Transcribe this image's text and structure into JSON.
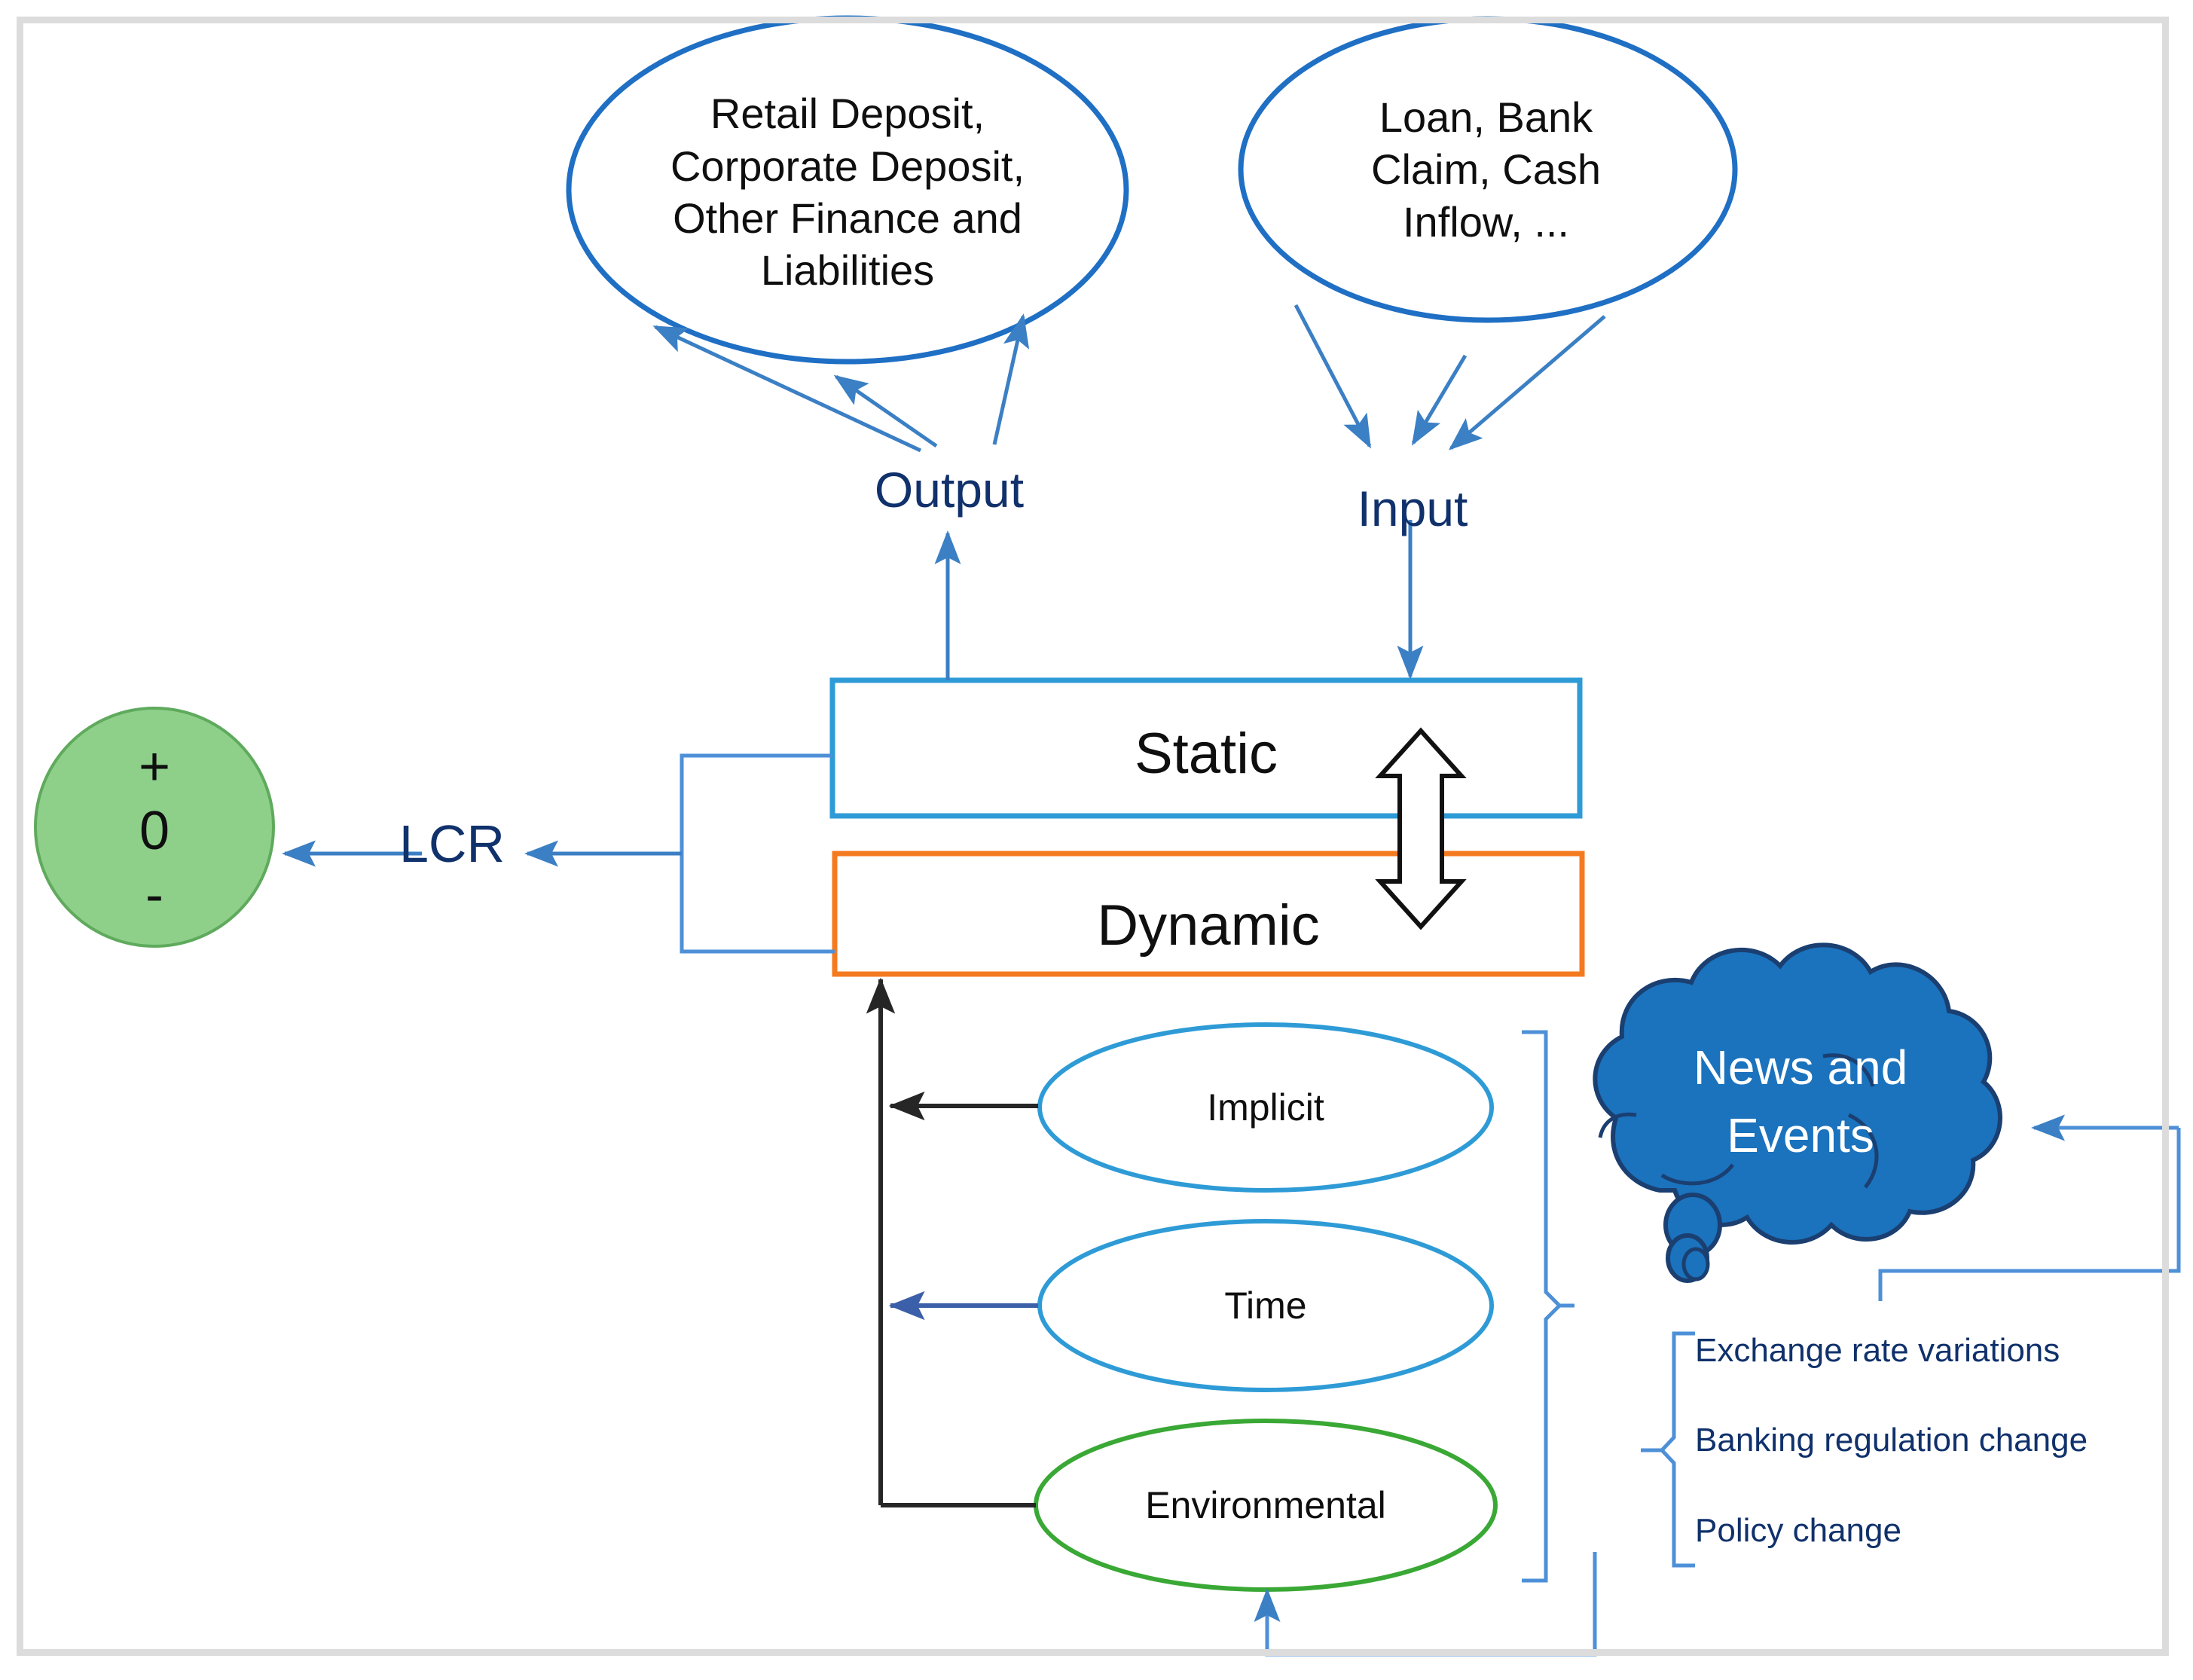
{
  "diagram": {
    "title_present": false,
    "colors": {
      "ellipse_stroke_blue": "#1f6fc4",
      "ellipse_stroke_lightblue": "#2e9bd6",
      "ellipse_stroke_green": "#3aa835",
      "box_static_border": "#2e9bd6",
      "box_dynamic_border": "#f47a20",
      "cloud_fill": "#1b72bd",
      "cloud_stroke": "#1a3f70",
      "circle_fill": "#8ed08a",
      "circle_stroke": "#5faa5c",
      "arrow_blue": "#3b7fc4",
      "arrow_dark": "#10316b",
      "arrow_black": "#262626",
      "brace_blue": "#4e90d8",
      "frame_gray": "#dcdcdc",
      "text_navy": "#10316b",
      "text_black": "#0f0f0f",
      "text_white": "#ffffff"
    },
    "nodes": {
      "output_source_ellipse": {
        "name": "output-items-ellipse",
        "text": "Retail Deposit, Corporate Deposit, Other Finance and Liabilities"
      },
      "input_source_ellipse": {
        "name": "input-items-ellipse",
        "text": "Loan, Bank Claim, Cash Inflow, ..."
      },
      "output_label": "Output",
      "input_label": "Input",
      "static_box": "Static",
      "dynamic_box": "Dynamic",
      "lcr_label": "LCR",
      "result_circle": {
        "plus": "+",
        "zero": "0",
        "minus": "-"
      },
      "factor_ellipses": [
        {
          "label": "Implicit",
          "stroke": "#2e9bd6"
        },
        {
          "label": "Time",
          "stroke": "#2e9bd6"
        },
        {
          "label": "Environmental",
          "stroke": "#3aa835"
        }
      ],
      "cloud": {
        "line1": "News and",
        "line2": "Events"
      },
      "event_items": [
        "Exchange rate variations",
        "Banking regulation change",
        "Policy change"
      ]
    },
    "edges": [
      {
        "from": "Output",
        "to": "output-items-ellipse",
        "count": 3,
        "color": "#3b7fc4"
      },
      {
        "from": "input-items-ellipse",
        "to": "Input",
        "count": 3,
        "color": "#3b7fc4"
      },
      {
        "from": "Static",
        "to": "Output",
        "color": "#3b7fc4"
      },
      {
        "from": "Input",
        "to": "Static",
        "color": "#3b7fc4"
      },
      {
        "from": "Static",
        "to": "Dynamic",
        "style": "double-headed-open",
        "color": "#000000"
      },
      {
        "from": "Static+Dynamic",
        "to": "LCR",
        "color": "#3b7fc4"
      },
      {
        "from": "LCR",
        "to": "result-circle",
        "color": "#3b7fc4"
      },
      {
        "from": "Implicit",
        "to": "Dynamic",
        "color": "#262626"
      },
      {
        "from": "Time",
        "to": "Dynamic",
        "color": "#3b5fa8"
      },
      {
        "from": "Environmental",
        "to": "Dynamic",
        "color": "#262626"
      },
      {
        "from": "event-items",
        "to": "News and Events",
        "color": "#4e90d8"
      },
      {
        "from": "News and Events",
        "to": "Environmental",
        "color": "#4e90d8"
      }
    ]
  }
}
